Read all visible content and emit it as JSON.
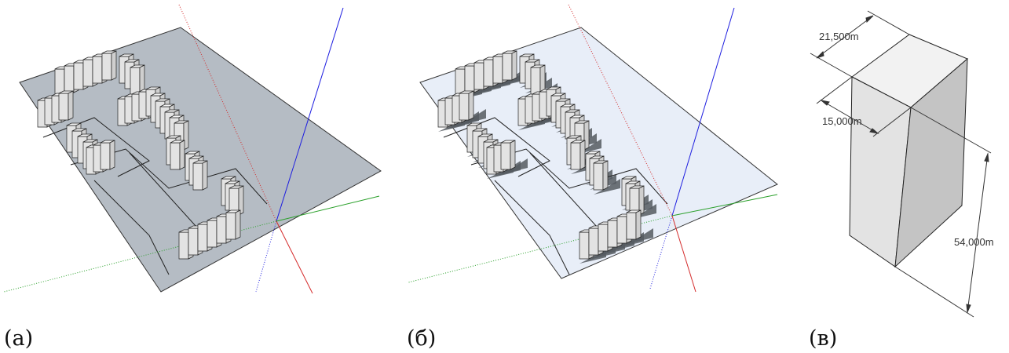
{
  "panels": [
    {
      "id": "a",
      "caption": "(а)",
      "ground_color": "#b5bcc4",
      "shadows": false
    },
    {
      "id": "b",
      "caption": "(б)",
      "ground_color": "#e8eef8",
      "shadows": true
    },
    {
      "id": "v",
      "caption": "(в)"
    }
  ],
  "colors": {
    "axis_red": "#d42a2a",
    "axis_green": "#2aa02a",
    "axis_blue": "#1e1ee0",
    "block_top": "#f2f2f2",
    "block_front": "#e3e3e3",
    "block_side": "#cfcfcf",
    "edge": "#222222",
    "shadow": "#555a60"
  },
  "block_dimensions": {
    "width_label": "21,500m",
    "depth_label": "15,000m",
    "height_label": "54,000m"
  }
}
